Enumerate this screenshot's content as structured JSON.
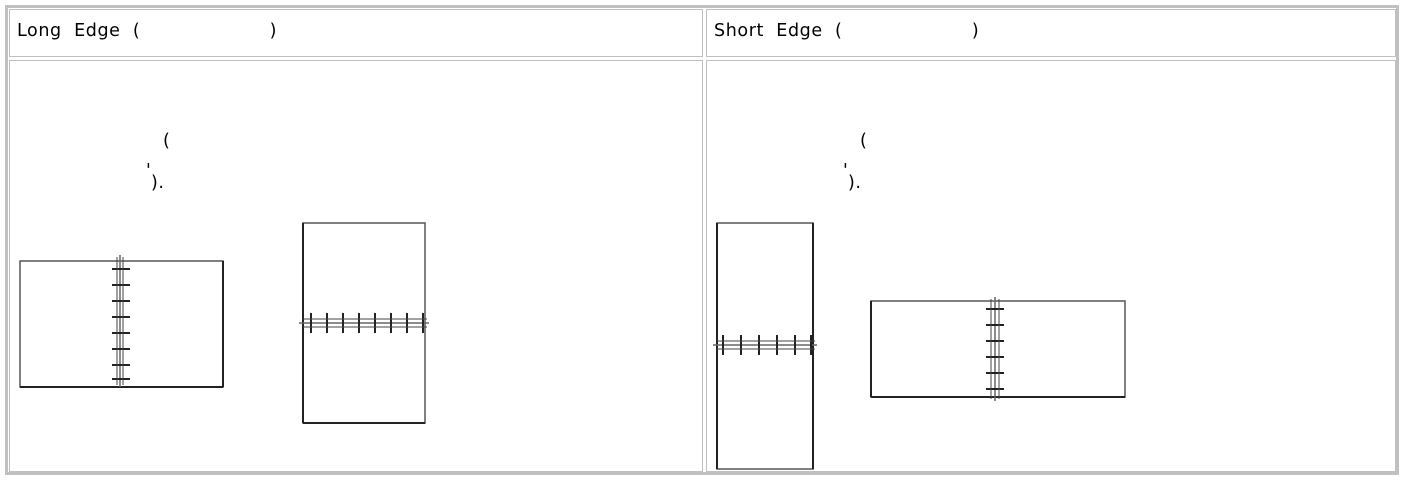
{
  "table": {
    "columns": [
      {
        "header": "Long  Edge  (                     )",
        "line1": "(",
        "line2a": "'",
        "line2b": ").",
        "figures": [
          "long-edge-landscape-book",
          "long-edge-portrait-flip"
        ]
      },
      {
        "header": "Short  Edge  (                     )",
        "line1": "(",
        "line2a": "'",
        "line2b": ").",
        "figures": [
          "short-edge-portrait-flip",
          "short-edge-landscape-book"
        ]
      }
    ]
  }
}
